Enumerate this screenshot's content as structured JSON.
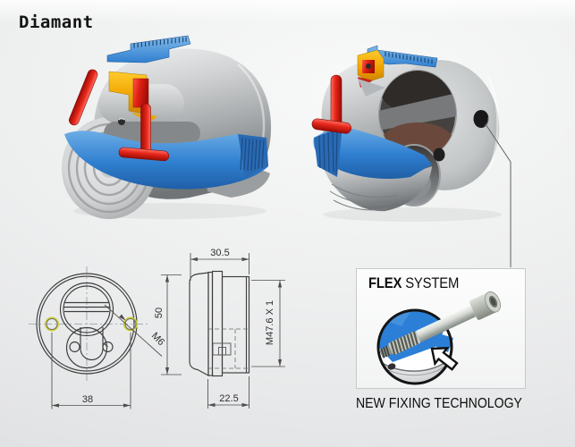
{
  "title": "Diamant",
  "drawings": {
    "front_view": {
      "hole_spacing": "38",
      "thread_label": "M6"
    },
    "side_view": {
      "front_section_length": "30.5",
      "outer_diameter": "50",
      "body_length": "22.5",
      "thread_spec": "M47.6 X 1"
    }
  },
  "flex_callout": {
    "title_bold": "FLEX",
    "title_rest": "SYSTEM",
    "caption": "NEW FIXING TECHNOLOGY"
  },
  "colors": {
    "accent_blue": "#2f7fd0",
    "accent_red": "#e02014",
    "accent_yellow": "#f0a500",
    "metal_grey": "#b4b7b9",
    "drawing_line": "#3d3d3d",
    "background": "#ebeced"
  }
}
